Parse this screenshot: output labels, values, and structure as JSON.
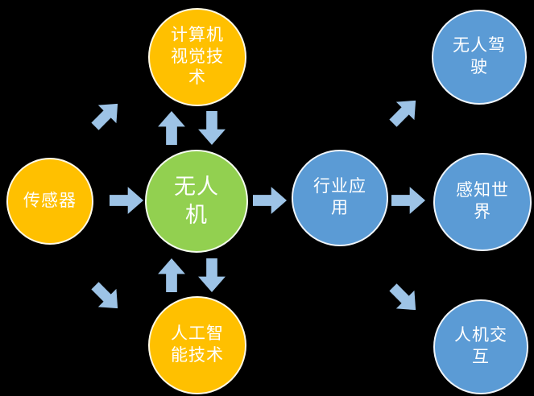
{
  "diagram": {
    "background_color": "#000000",
    "text_color": "#FFFFFF",
    "arrow_color": "#9DC3E6",
    "colors": {
      "orange": "#FFC000",
      "green": "#92D050",
      "blue": "#5B9BD5"
    },
    "nodes": [
      {
        "id": "sensor",
        "label": "传感器",
        "color": "#FFC000"
      },
      {
        "id": "drone",
        "label": "无人机",
        "color": "#92D050"
      },
      {
        "id": "computer-vision",
        "label": "计算机视觉技术",
        "color": "#FFC000"
      },
      {
        "id": "ai-technology",
        "label": "人工智能技术",
        "color": "#FFC000"
      },
      {
        "id": "industry-apps",
        "label": "行业应用",
        "color": "#5B9BD5"
      },
      {
        "id": "driverless",
        "label": "无人驾驶",
        "color": "#5B9BD5"
      },
      {
        "id": "perceive-world",
        "label": "感知世界",
        "color": "#5B9BD5"
      },
      {
        "id": "human-computer",
        "label": "人机交互",
        "color": "#5B9BD5"
      }
    ],
    "arrows": [
      {
        "id": "sensor-to-drone",
        "direction": "right"
      },
      {
        "id": "drone-to-industry",
        "direction": "right"
      },
      {
        "id": "industry-to-perceive",
        "direction": "right"
      },
      {
        "id": "sensor-to-cv",
        "direction": "up-right"
      },
      {
        "id": "sensor-to-ai",
        "direction": "down-right"
      },
      {
        "id": "industry-to-driverless",
        "direction": "up-right"
      },
      {
        "id": "industry-to-hci",
        "direction": "down-right"
      },
      {
        "id": "cv-drone-up",
        "direction": "up"
      },
      {
        "id": "cv-drone-down",
        "direction": "down"
      },
      {
        "id": "ai-drone-up",
        "direction": "up"
      },
      {
        "id": "ai-drone-down",
        "direction": "down"
      }
    ]
  }
}
